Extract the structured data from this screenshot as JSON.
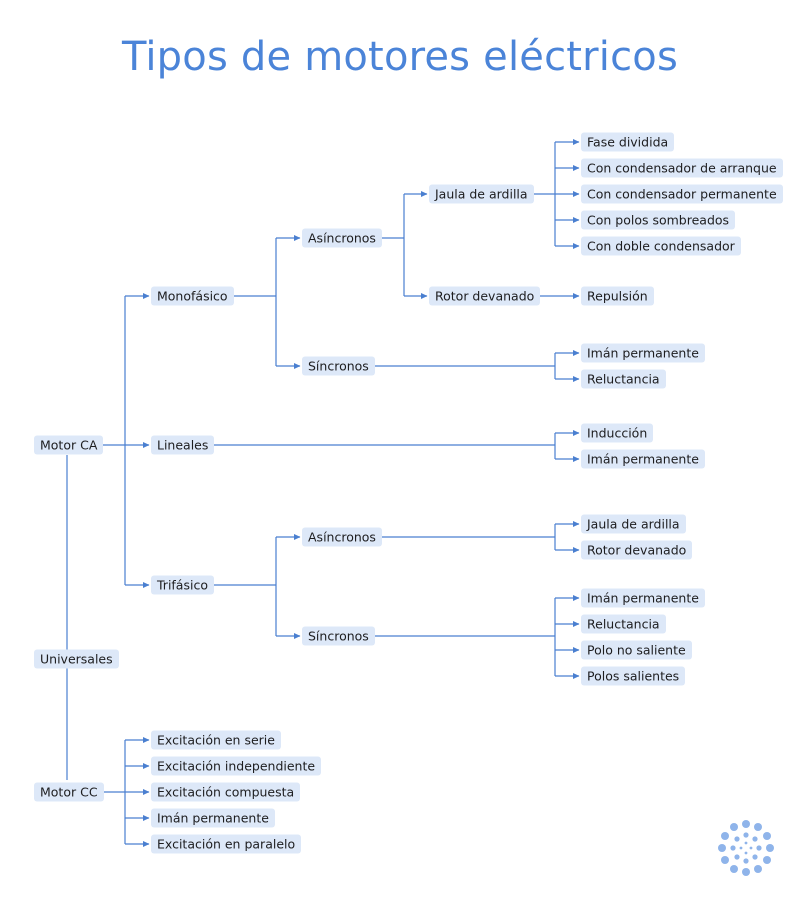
{
  "title": "Tipos de motores eléctricos",
  "nodes": {
    "motor_ca": "Motor CA",
    "universales": "Universales",
    "motor_cc": "Motor CC",
    "monofasico": "Monofásico",
    "lineales": "Lineales",
    "trifasico": "Trifásico",
    "mono_asincronos": "Asíncronos",
    "mono_sincronos": "Síncronos",
    "jaula_de_ardilla": "Jaula de ardilla",
    "rotor_devanado": "Rotor devanado",
    "fase_dividida": "Fase dividida",
    "cond_arranque": "Con condensador de arranque",
    "cond_permanente": "Con condensador permanente",
    "polos_sombreados": "Con polos sombreados",
    "doble_condensador": "Con doble condensador",
    "repulsion": "Repulsión",
    "mono_sinc_iman": "Imán permanente",
    "mono_sinc_reluctancia": "Reluctancia",
    "lin_induccion": "Inducción",
    "lin_iman": "Imán permanente",
    "tri_asincronos": "Asíncronos",
    "tri_sincronos": "Síncronos",
    "tri_asinc_jaula": "Jaula de ardilla",
    "tri_asinc_rotor": "Rotor devanado",
    "tri_sinc_iman": "Imán permanente",
    "tri_sinc_reluctancia": "Reluctancia",
    "tri_sinc_polo_no_saliente": "Polo no saliente",
    "tri_sinc_polos_salientes": "Polos salientes",
    "cc_serie": "Excitación en serie",
    "cc_independiente": "Excitación independiente",
    "cc_compuesta": "Excitación compuesta",
    "cc_iman": "Imán permanente",
    "cc_paralelo": "Excitación en paralelo"
  },
  "colors": {
    "title": "#4b84d8",
    "line": "#4a7fd0",
    "node_bg": "#dde8f8",
    "text": "#1d1d1f",
    "logo": "#8fb4ea"
  }
}
